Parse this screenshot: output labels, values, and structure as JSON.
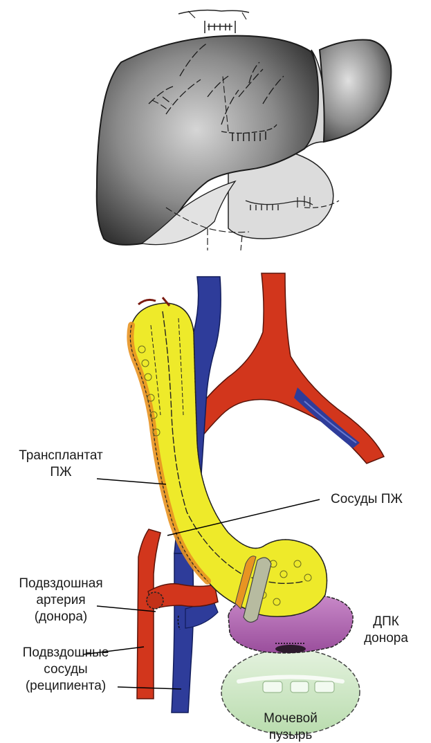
{
  "labels": {
    "graft": [
      "Трансплантат",
      "ПЖ"
    ],
    "vessels": "Сосуды ПЖ",
    "artery": [
      "Подвздошная",
      "артерия",
      "(донора)"
    ],
    "duodenum": [
      "ДПК",
      "донора"
    ],
    "recipient": [
      "Подвздошные",
      "сосуды",
      "(реципиента)"
    ],
    "bladder": [
      "Мочевой",
      "пузырь"
    ]
  },
  "colors": {
    "artery": "#d2361c",
    "vein": "#2e3c9a",
    "pancreas": "#eeea2a",
    "pancreas_edge": "#e89422",
    "duodenum": "#b266b4",
    "bladder": "#cde8c4",
    "liver_dark": "#3a3a3a",
    "liver_light": "#d8d8d8"
  }
}
